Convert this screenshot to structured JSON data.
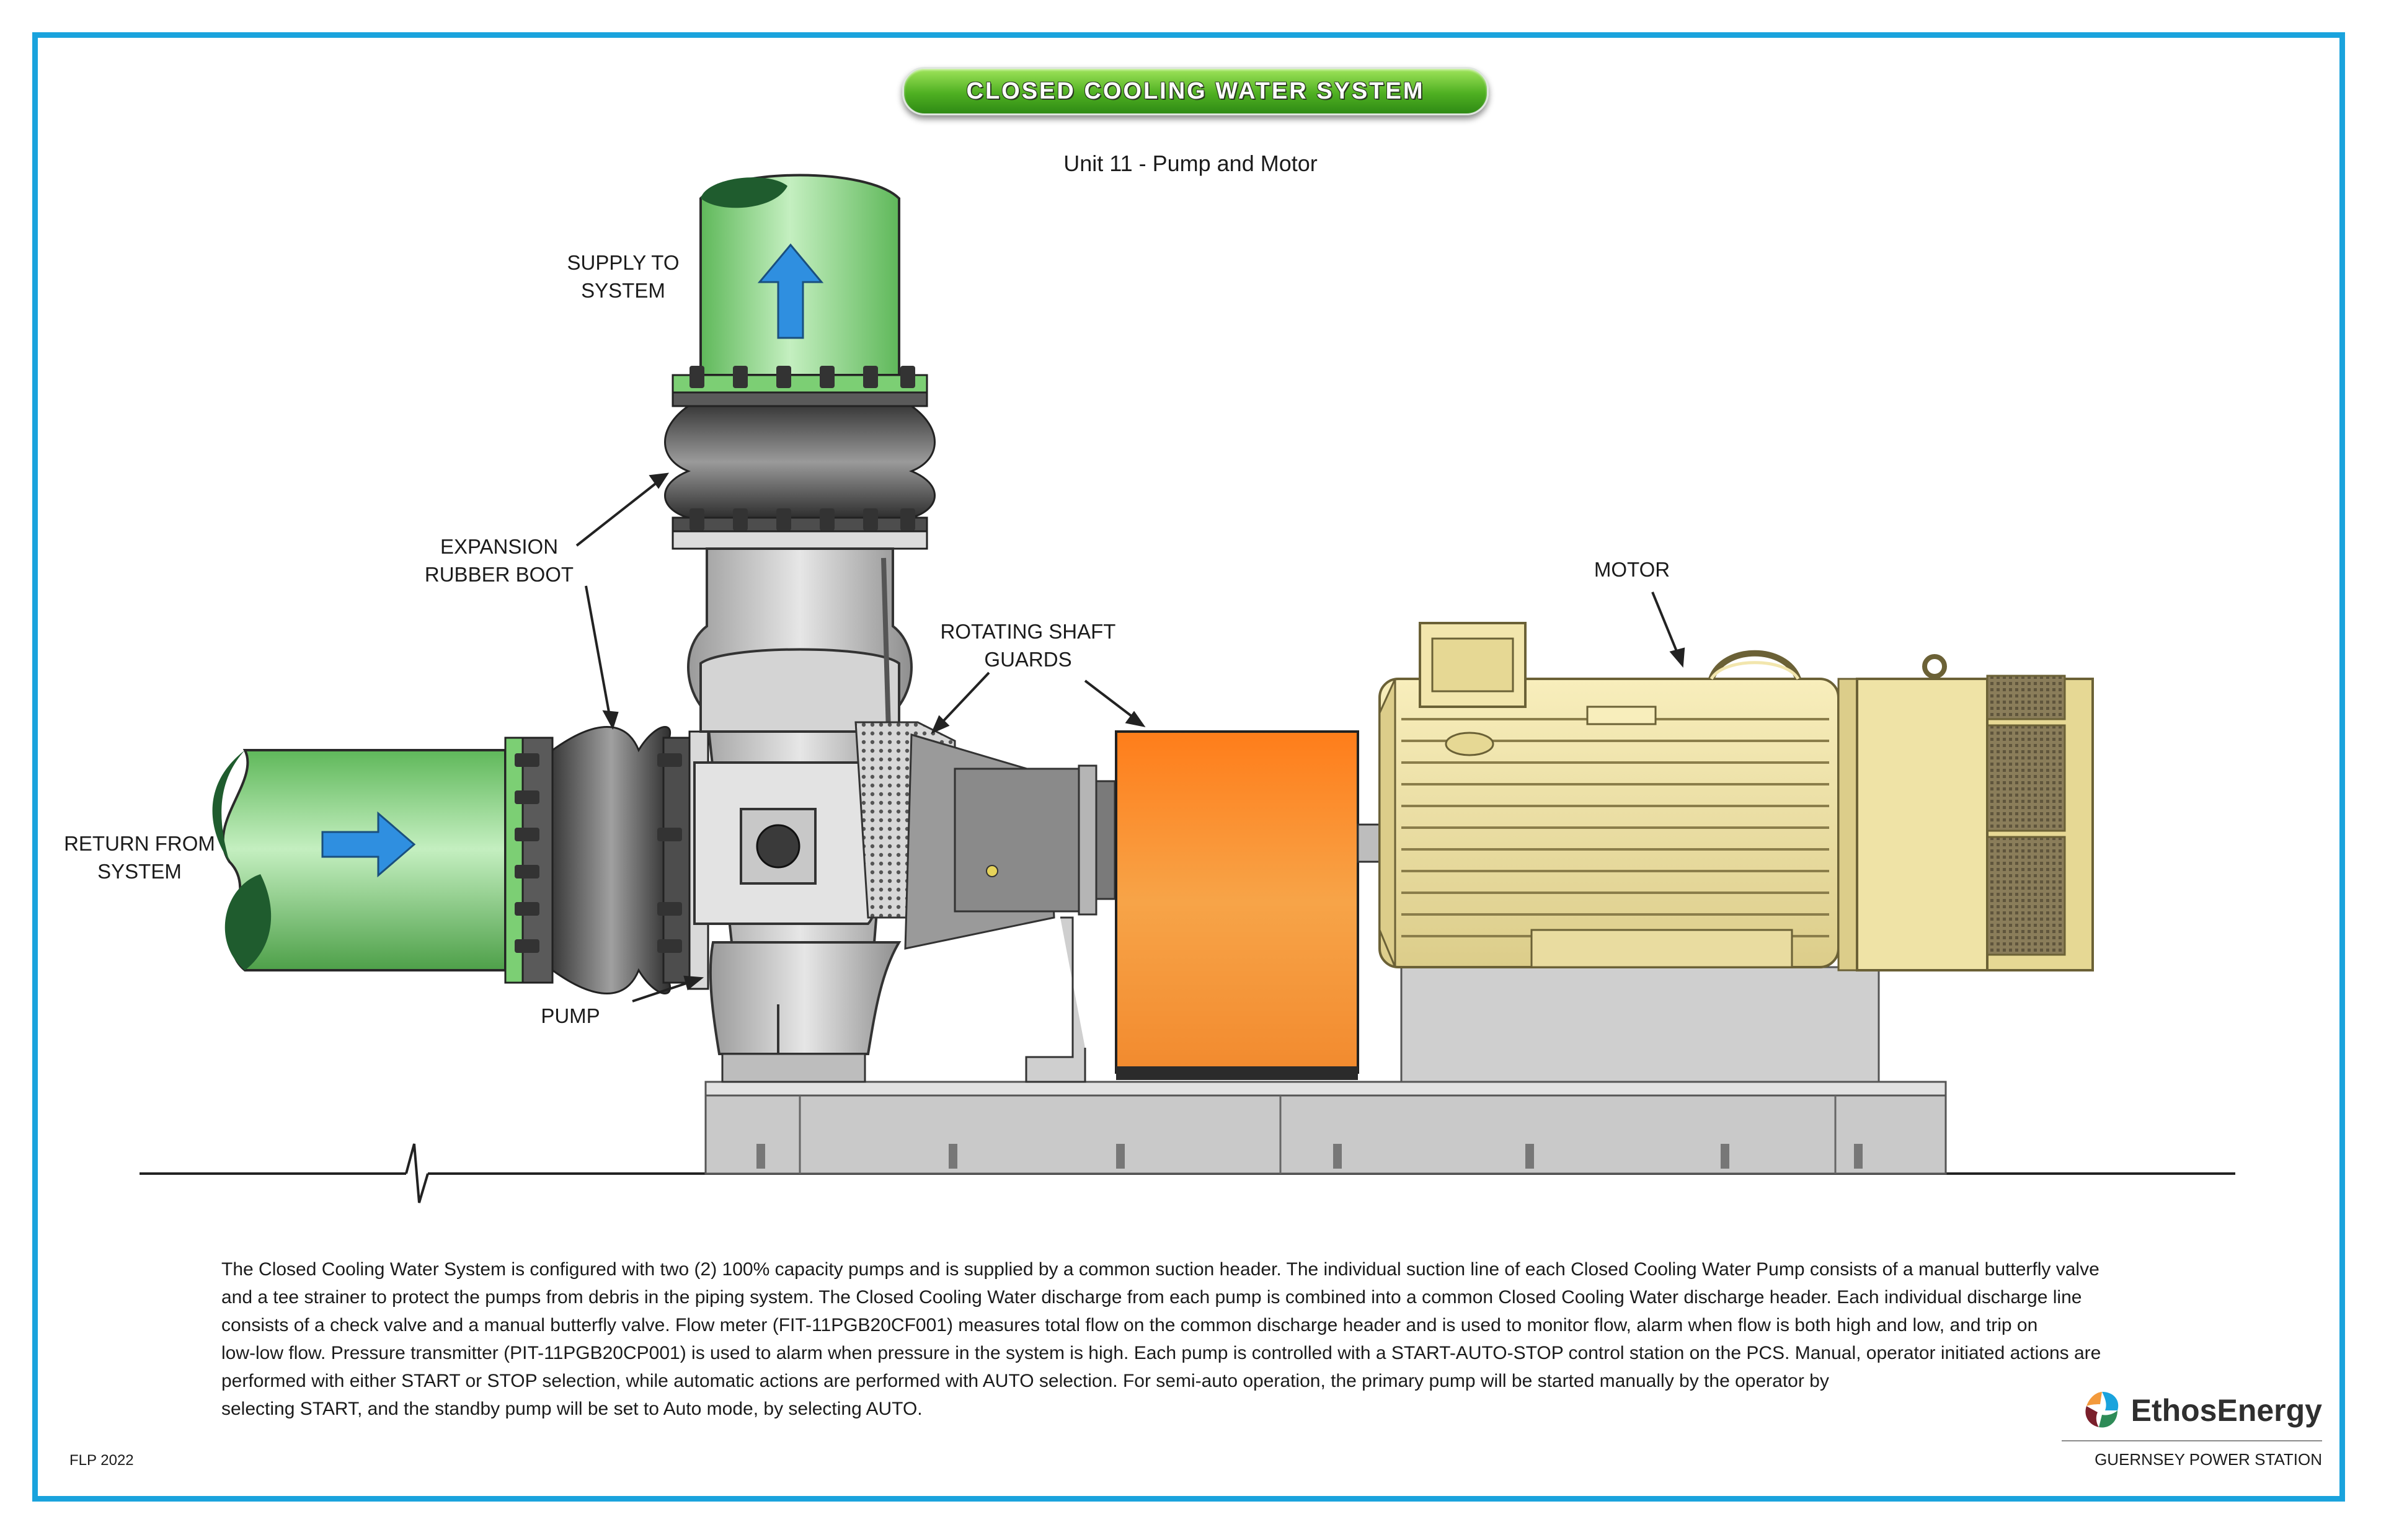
{
  "header": {
    "title": "CLOSED COOLING WATER SYSTEM",
    "subtitle": "Unit 11 - Pump and Motor"
  },
  "labels": {
    "supply_line1": "SUPPLY TO",
    "supply_line2": "SYSTEM",
    "expansion_line1": "EXPANSION",
    "expansion_line2": "RUBBER BOOT",
    "return_line1": "RETURN FROM",
    "return_line2": "SYSTEM",
    "pump": "PUMP",
    "guards_line1": "ROTATING SHAFT",
    "guards_line2": "GUARDS",
    "motor": "MOTOR"
  },
  "description": {
    "line1": "The Closed Cooling Water System is configured with two (2) 100% capacity pumps and is supplied by a common suction header. The individual suction line of each Closed Cooling Water Pump consists of a manual butterfly valve",
    "line2": "and a tee strainer to protect the pumps from debris in the piping system.  The Closed Cooling Water discharge from each pump is combined into a common Closed Cooling Water discharge header. Each individual discharge line",
    "line3": "consists of a check valve and a manual butterfly valve. Flow meter (FIT-11PGB20CF001) measures total flow on the common discharge header and is used to monitor flow, alarm when flow is both high and low, and trip on",
    "line4": "low-low flow. Pressure transmitter (PIT-11PGB20CP001) is used to alarm when pressure in the system is high. Each pump is controlled with a START-AUTO-STOP control station on the PCS. Manual, operator initiated actions are",
    "line5": "performed with either START or STOP selection, while automatic actions are performed with AUTO selection. For semi-auto operation, the primary pump will be started manually by the operator by",
    "line6": "selecting START, and the standby pump will be set to Auto mode, by selecting AUTO."
  },
  "footer": {
    "doc_code": "FLP 2022",
    "brand": "EthosEnergy",
    "station": "GUERNSEY POWER STATION"
  },
  "colors": {
    "frame": "#1aa3dd",
    "pipe_green": "#8fd98a",
    "arrow_blue": "#2f8fe0",
    "guard_orange": "#f39a3c",
    "motor_cream": "#efe3a6",
    "steel_gray": "#c9c9c9"
  }
}
